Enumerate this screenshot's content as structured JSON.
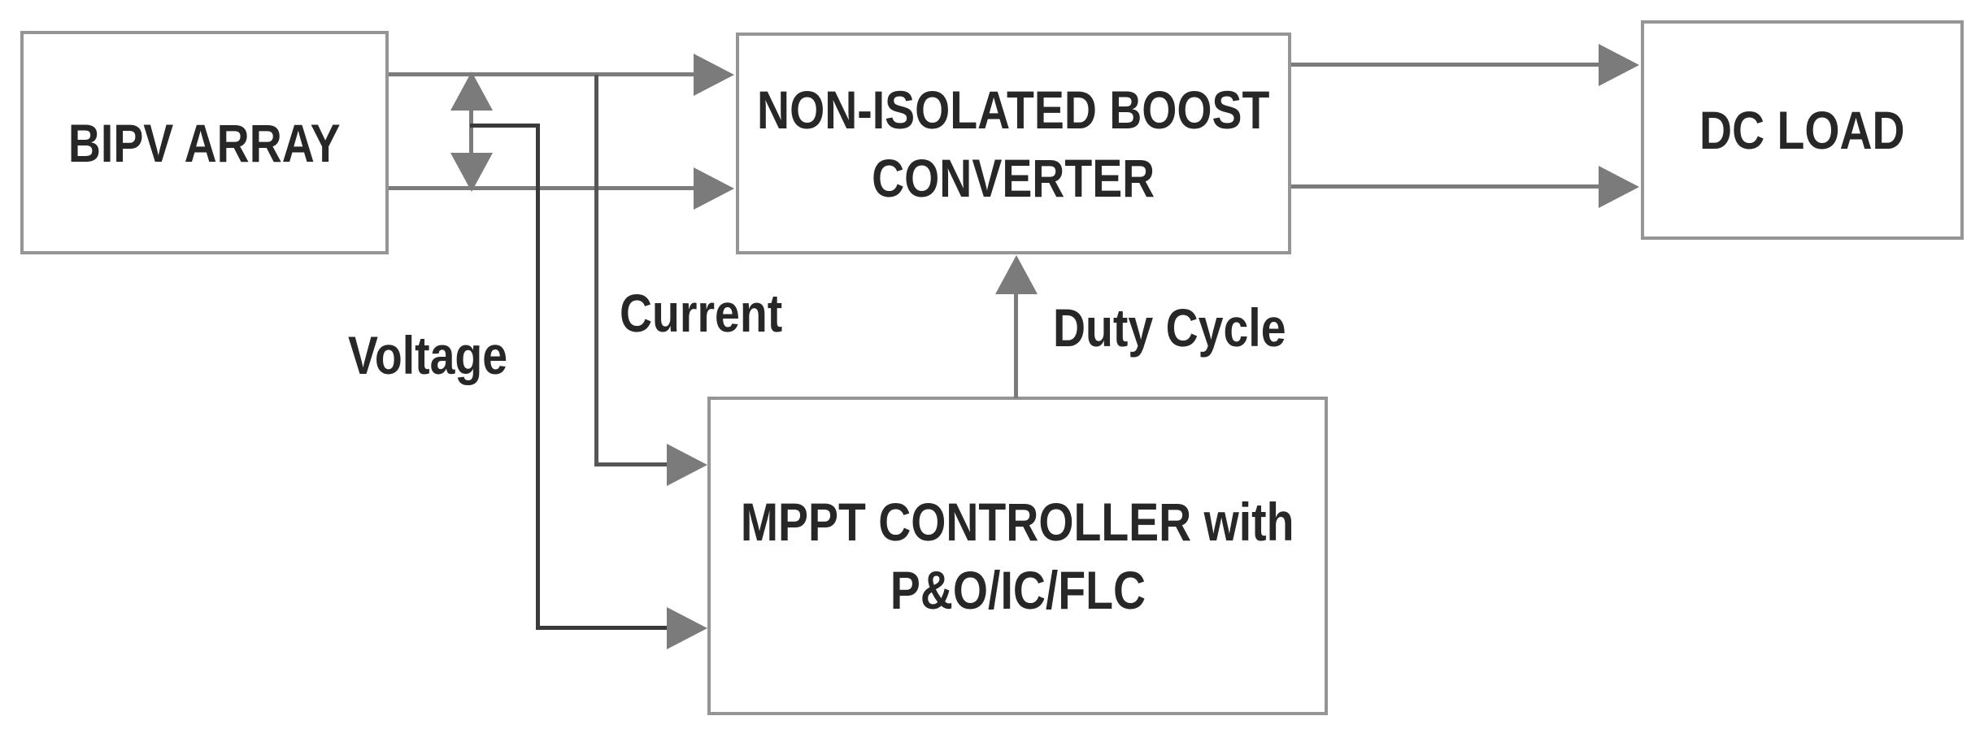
{
  "diagram": {
    "blocks": {
      "bipv": {
        "label": "BIPV ARRAY"
      },
      "converter": {
        "lines": [
          "NON-ISOLATED BOOST",
          "CONVERTER"
        ]
      },
      "dc_load": {
        "label": "DC LOAD"
      },
      "mppt": {
        "lines": [
          "MPPT CONTROLLER with",
          "P&O/IC/FLC"
        ]
      }
    },
    "signal_labels": {
      "voltage": "Voltage",
      "current": "Current",
      "duty_cycle": "Duty Cycle"
    },
    "colors": {
      "background": "#ffffff",
      "box_border": "#959595",
      "power_line": "#7b7b7b",
      "voltage_line": "#3a3a3a",
      "current_line": "#565656",
      "text": "#272727"
    },
    "connections": [
      {
        "from": "BIPV ARRAY",
        "to": "NON-ISOLATED BOOST CONVERTER",
        "type": "power",
        "lines": 2
      },
      {
        "from": "NON-ISOLATED BOOST CONVERTER",
        "to": "DC LOAD",
        "type": "power",
        "lines": 2
      },
      {
        "from": "BIPV ARRAY",
        "to": "MPPT CONTROLLER with P&O/IC/FLC",
        "label": "Voltage",
        "type": "sense"
      },
      {
        "from": "BIPV ARRAY",
        "to": "MPPT CONTROLLER with P&O/IC/FLC",
        "label": "Current",
        "type": "sense"
      },
      {
        "from": "MPPT CONTROLLER with P&O/IC/FLC",
        "to": "NON-ISOLATED BOOST CONVERTER",
        "label": "Duty Cycle",
        "type": "control"
      }
    ]
  }
}
